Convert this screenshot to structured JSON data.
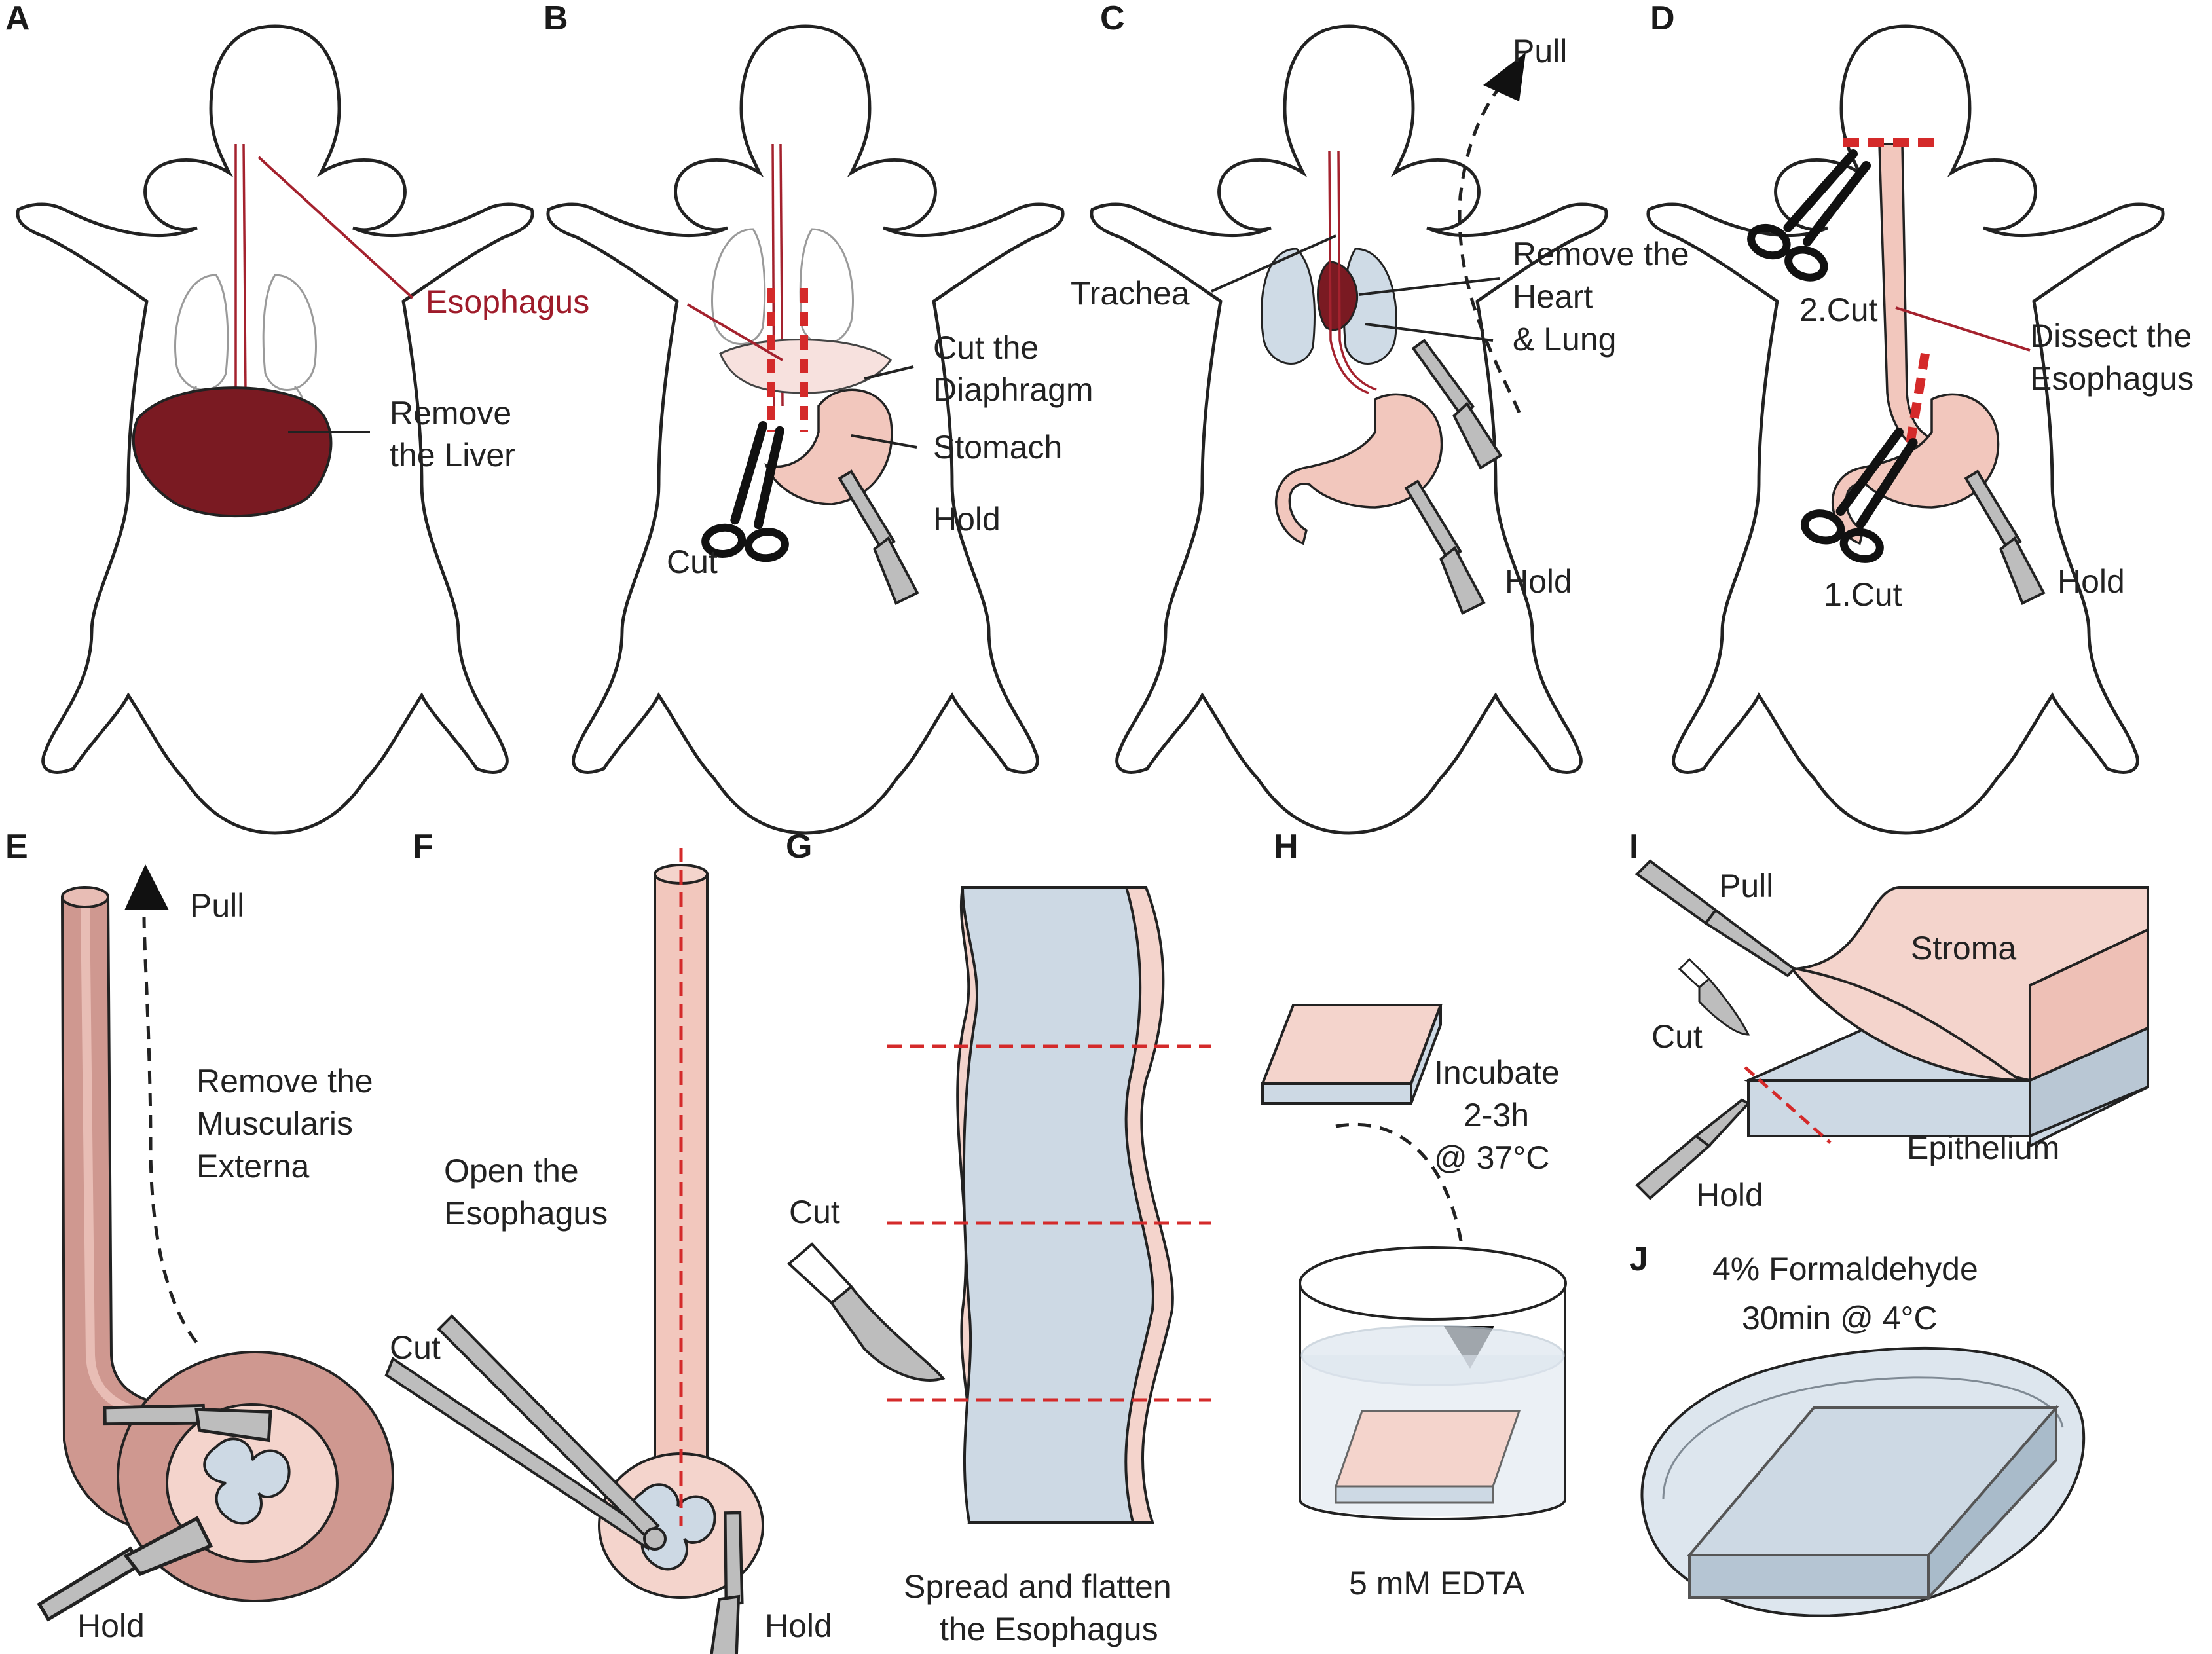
{
  "colors": {
    "outline": "#222222",
    "organ_gray": "#9a9a9a",
    "liver": "#7a1a22",
    "esophagus_line": "#a4222e",
    "cut_line": "#d42a2a",
    "stomach": "#f2c7bd",
    "diaphragm": "#f7e1de",
    "lung": "#cfdbe6",
    "heart": "#7a1a22",
    "tissue_blue": "#cdd9e4",
    "tissue_pink": "#f4d4cc",
    "muscle": "#cf9890",
    "muscle_light": "#e8bdb5",
    "tool_gray": "#bdbdbd"
  },
  "panels": {
    "A": {
      "letter": "A",
      "esophagus_label": "Esophagus",
      "liver_label_1": "Remove",
      "liver_label_2": "the Liver"
    },
    "B": {
      "letter": "B",
      "diaphragm_label_1": "Cut the",
      "diaphragm_label_2": "Diaphragm",
      "stomach_label": "Stomach",
      "hold_label": "Hold",
      "cut_label": "Cut"
    },
    "C": {
      "letter": "C",
      "pull_label": "Pull",
      "trachea_label": "Trachea",
      "remove_label_1": "Remove the",
      "remove_label_2": "Heart",
      "remove_label_3": "& Lung",
      "hold_label": "Hold"
    },
    "D": {
      "letter": "D",
      "cut2_label": "2.Cut",
      "dissect_label_1": "Dissect the",
      "dissect_label_2": "Esophagus",
      "cut1_label": "1.Cut",
      "hold_label": "Hold"
    },
    "E": {
      "letter": "E",
      "pull_label": "Pull",
      "remove_label_1": "Remove the",
      "remove_label_2": "Muscularis",
      "remove_label_3": "Externa",
      "hold_label": "Hold"
    },
    "F": {
      "letter": "F",
      "open_label_1": "Open the",
      "open_label_2": "Esophagus",
      "cut_label": "Cut",
      "hold_label": "Hold"
    },
    "G": {
      "letter": "G",
      "cut_label": "Cut",
      "caption_1": "Spread and flatten",
      "caption_2": "the Esophagus"
    },
    "H": {
      "letter": "H",
      "incubate_1": "Incubate",
      "incubate_2": "2-3h",
      "incubate_3": "@ 37°C",
      "solution_label": "5 mM EDTA"
    },
    "I": {
      "letter": "I",
      "pull_label": "Pull",
      "stroma_label": "Stroma",
      "cut_label": "Cut",
      "epithelium_label": "Epithelium",
      "hold_label": "Hold"
    },
    "J": {
      "letter": "J",
      "fix_label_1": "4% Formaldehyde",
      "fix_label_2": "30min @ 4°C"
    }
  }
}
